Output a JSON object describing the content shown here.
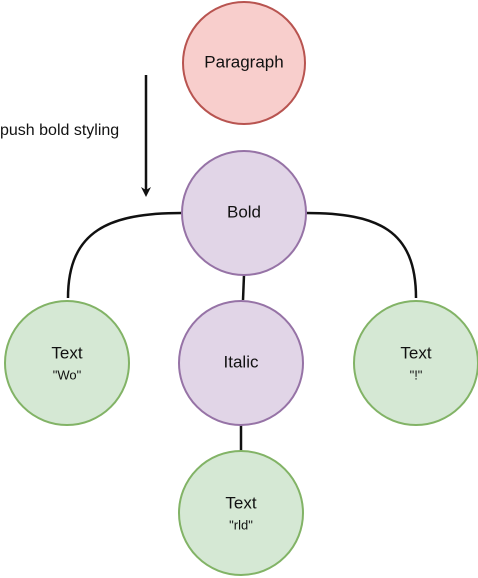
{
  "colors": {
    "paragraph_fill": "#f8cecc",
    "paragraph_stroke": "#b85450",
    "format_fill": "#e1d5e7",
    "format_stroke": "#9673a6",
    "text_fill": "#d5e8d4",
    "text_stroke": "#82b366",
    "edge": "#111111"
  },
  "annotation": {
    "label": "push bold styling"
  },
  "nodes": {
    "paragraph": {
      "label": "Paragraph"
    },
    "bold": {
      "label": "Bold"
    },
    "italic": {
      "label": "Italic"
    },
    "text_left": {
      "label": "Text",
      "value": "\"Wo\""
    },
    "text_right": {
      "label": "Text",
      "value": "\"!\""
    },
    "text_bottom": {
      "label": "Text",
      "value": "\"rld\""
    }
  }
}
